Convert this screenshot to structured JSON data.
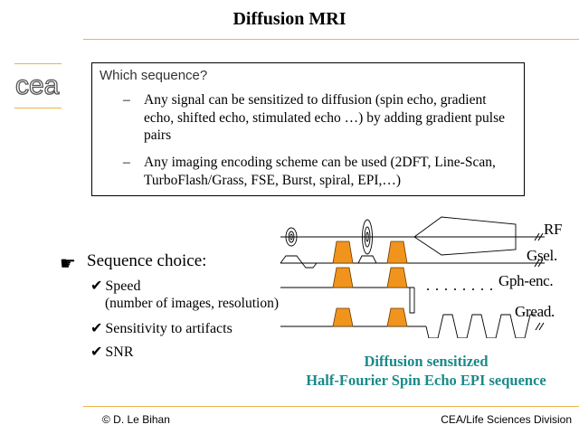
{
  "slide": {
    "title": "Diffusion MRI"
  },
  "question_box": {
    "heading": "Which sequence?",
    "bullets": [
      {
        "dash": "–",
        "text": "Any signal can be sensitized to diffusion (spin echo, gradient echo, shifted echo, stimulated  echo …) by adding gradient pulse pairs"
      },
      {
        "dash": "–",
        "text": "Any imaging encoding scheme can be used (2DFT, Line-Scan, TurboFlash/Grass, FSE, Burst, spiral, EPI,…)"
      }
    ]
  },
  "sequence_choice": {
    "pointer_glyph": "☛",
    "heading": "Sequence choice:",
    "check_glyph": "✔",
    "items": [
      {
        "label": "Speed",
        "sub": "(number of images, resolution)"
      },
      {
        "label": "Sensitivity to artifacts"
      },
      {
        "label": "SNR"
      }
    ]
  },
  "diagram": {
    "rows": [
      {
        "label": "RF"
      },
      {
        "label": "Gsel."
      },
      {
        "label": "Gph-enc."
      },
      {
        "label": "Gread."
      }
    ],
    "gradient_color": "#f0941e",
    "caption_line1": "Diffusion sensitized",
    "caption_line2": "Half-Fourier Spin Echo EPI sequence",
    "caption_color": "#1a8a8a"
  },
  "footer": {
    "left": "© D. Le Bihan",
    "right": "CEA/Life Sciences Division"
  },
  "logo": {
    "text": "cea",
    "accent_color": "#f0b24a"
  }
}
